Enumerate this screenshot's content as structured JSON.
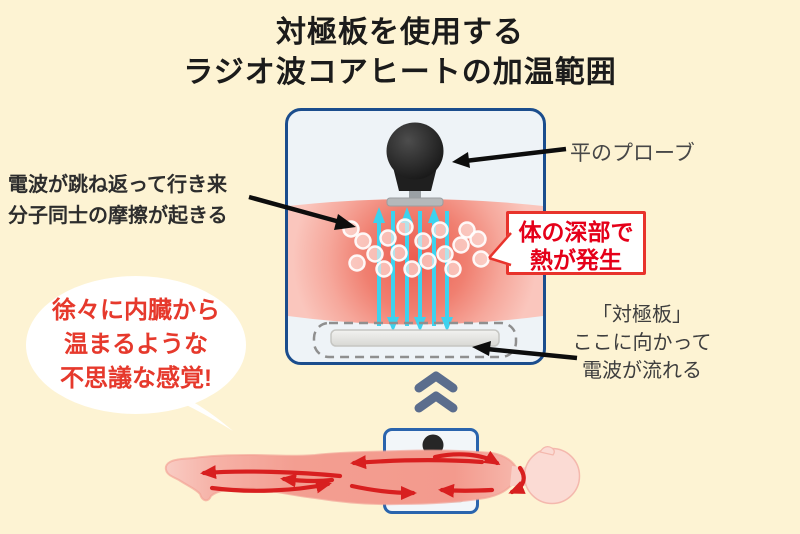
{
  "title": {
    "line1": "対極板を使用する",
    "line2": "ラジオ波コアヒートの加温範囲"
  },
  "diagram": {
    "probe_label": "平のプローブ",
    "friction_label": {
      "line1": "電波が跳ね返って行き来",
      "line2": "分子同士の摩擦が起きる"
    },
    "heat_callout": {
      "line1": "体の深部で",
      "line2": "熱が発生"
    },
    "electrode_label": {
      "line1": "「対極板」",
      "line2": "ここに向かって",
      "line3": "電波が流れる"
    }
  },
  "bubble": {
    "line1": "徐々に内臓から",
    "line2": "温まるような",
    "line3": "不思議な感覚!"
  },
  "icons": {
    "probe": "flat-probe-icon",
    "electrode_plate": "counter-electrode-plate-icon",
    "radio_waves": "radio-wave-arrows-icon",
    "molecules": "molecule-particles-icon",
    "chevron": "double-chevron-up-icon",
    "person": "lying-person-icon",
    "heat_flow": "heat-flow-arrows-icon"
  },
  "colors": {
    "cream": "#fdf3d3",
    "navy": "#1b4d8d",
    "red": "#e8332c",
    "red_text": "#e50019",
    "bubble_red": "#e6392c",
    "cyan": "#3dd2ee",
    "slate": "#5b6d8d",
    "ink": "#1b1b1b",
    "gray_text": "#474747",
    "pink_deep": "#ec5c4f",
    "pink_light": "#fac6bd"
  }
}
